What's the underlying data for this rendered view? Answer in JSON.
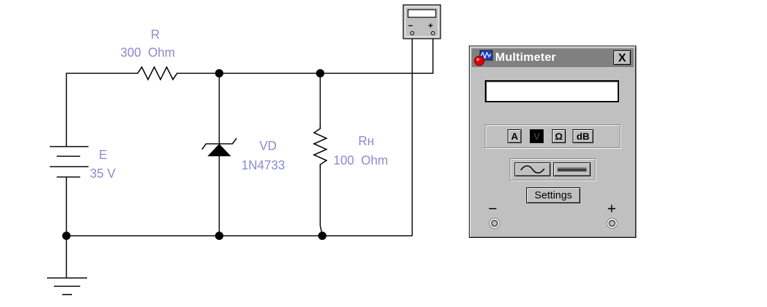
{
  "schematic": {
    "resistor_r": {
      "name": "R",
      "value": "300  Ohm"
    },
    "source_e": {
      "name": "E",
      "value": "35 V"
    },
    "zener_vd": {
      "name": "VD",
      "part": "1N4733"
    },
    "load_rh": {
      "name": "Rн",
      "value": "100  Ohm"
    },
    "label_color": "#8a8ad0",
    "meter_icon": {
      "minus": "−",
      "plus": "+"
    }
  },
  "multimeter": {
    "title": "Multimeter",
    "close_label": "X",
    "display_value": "",
    "modes": [
      {
        "label": "A",
        "active": false
      },
      {
        "label": "V",
        "active": true
      },
      {
        "label": "Ω",
        "active": false
      },
      {
        "label": "dB",
        "active": false
      }
    ],
    "signal_types": [
      {
        "icon": "ac-wave-icon",
        "active": false
      },
      {
        "icon": "dc-line-icon",
        "active": true
      }
    ],
    "settings_label": "Settings",
    "terminal_minus": "−",
    "terminal_plus": "+"
  }
}
